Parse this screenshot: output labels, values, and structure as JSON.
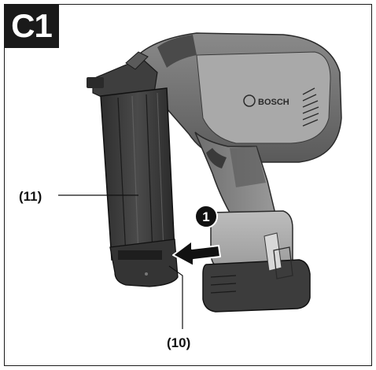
{
  "figure": {
    "label": "C1"
  },
  "callouts": {
    "part_11": "(11)",
    "part_10": "(10)"
  },
  "step_marker": {
    "number": "1"
  },
  "brand_text": "BOSCH",
  "colors": {
    "frame": "#1a1a1a",
    "badge_bg": "#1a1a1a",
    "badge_text": "#ffffff",
    "tool_dark": "#3a3a3a",
    "tool_mid": "#7a7a7a",
    "tool_light": "#b4b4b4",
    "arrow": "#111111"
  },
  "icons": [
    "step-number-icon",
    "insert-direction-arrow-icon"
  ]
}
